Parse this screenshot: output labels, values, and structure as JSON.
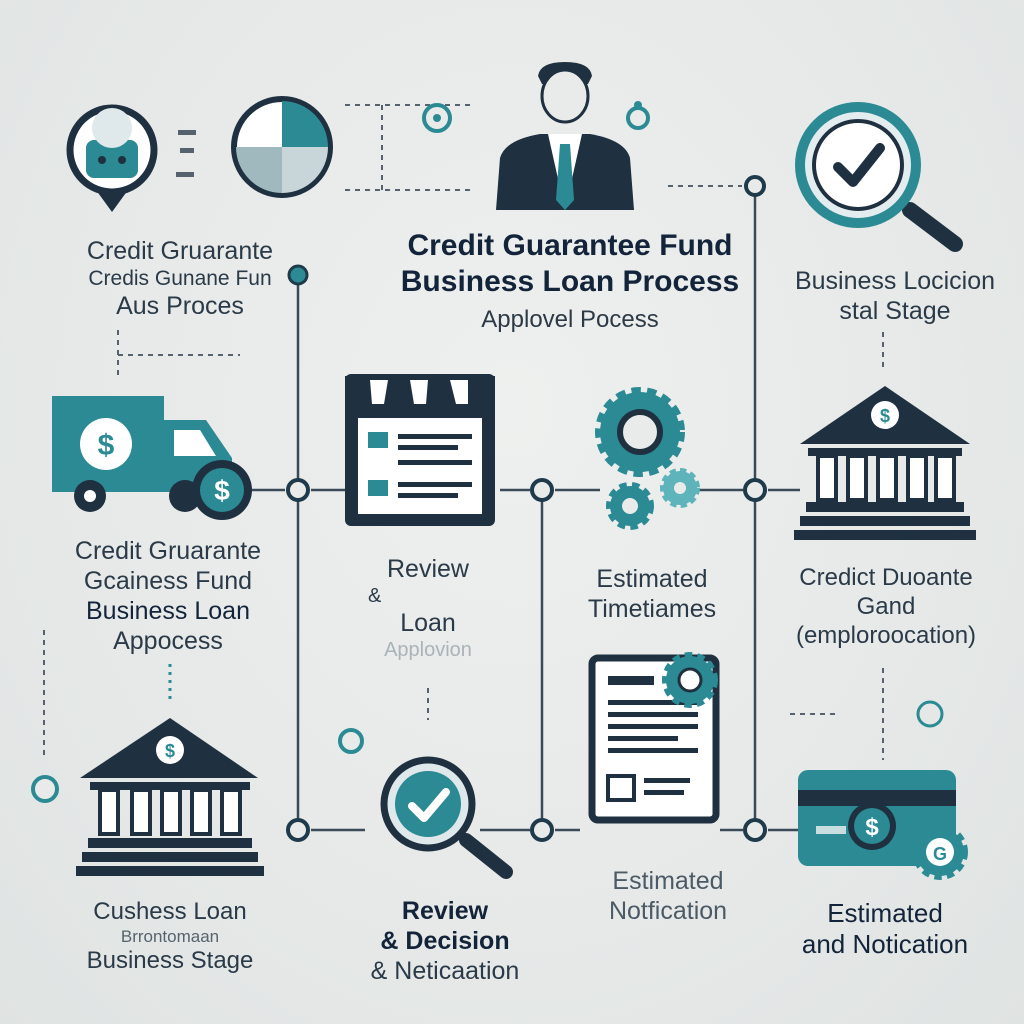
{
  "colors": {
    "navy": "#1f3040",
    "teal": "#2b8a93",
    "teal_light": "#5fb3ba",
    "background": "#e8ebea"
  },
  "title": {
    "line1": "Credit Guarantee Fund",
    "line2": "Business Loan Process",
    "line3": "Applovel Pocess"
  },
  "labels": {
    "top_left": [
      "Credit Gruarante",
      "Credis Gunane Fun",
      "Aus Proces"
    ],
    "top_right": [
      "Business Locicion",
      "stal Stage"
    ],
    "mid_left": [
      "Credit Gruarante",
      "Gcainess Fund",
      "Business Loan",
      "Appocess"
    ],
    "mid_center": [
      "Review",
      "&",
      "Loan",
      "Applovion"
    ],
    "mid_right_center": [
      "Estimated",
      "Timetiames"
    ],
    "mid_right": [
      "Credict Duoante",
      "Gand",
      "(emploroocation)"
    ],
    "bottom_left": [
      "Cushess Loan",
      "Brrontomaan",
      "Business Stage"
    ],
    "bottom_center": [
      "Review",
      "& Decision",
      "& Neticaation"
    ],
    "bottom_right_center": [
      "Estimated",
      "Notfication"
    ],
    "bottom_right": [
      "Estimated",
      "and Notication"
    ]
  },
  "icons": [
    "map-pin-icon",
    "pie-chart-icon",
    "businessman-icon",
    "magnifier-check-icon",
    "delivery-truck-icon",
    "dollar-coin-icon",
    "storefront-form-icon",
    "gears-icon",
    "bank-icon",
    "document-gear-icon",
    "magnifier-check-icon",
    "credit-card-icon"
  ]
}
